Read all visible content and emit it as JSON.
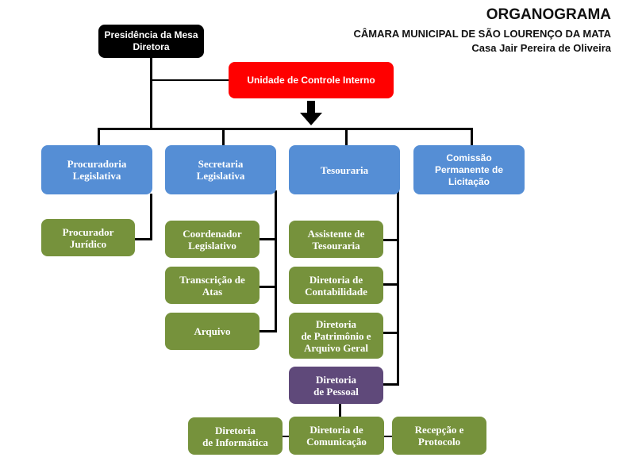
{
  "header": {
    "title": "ORGANOGRAMA",
    "subtitle": "CÂMARA MUNICIPAL DE SÃO LOURENÇO DA MATA",
    "house": "Casa Jair Pereira de Oliveira"
  },
  "colors": {
    "top": "#000000",
    "control": "#ff0000",
    "department": "#558ed5",
    "unit": "#76923c",
    "personnel": "#5f497a"
  },
  "nodes": {
    "presidencia": "Presidência da Mesa\nDiretora",
    "controle": "Unidade de Controle Interno",
    "procuradoria": "Procuradoria\nLegislativa",
    "secretaria": "Secretaria\nLegislativa",
    "tesouraria": "Tesouraria",
    "comissao": "Comissão\nPermanente de\nLicitação",
    "procurador": "Procurador\nJurídico",
    "coordenador": "Coordenador\nLegislativo",
    "transcricao": "Transcrição de\nAtas",
    "arquivo": "Arquivo",
    "assistente": "Assistente de\nTesouraria",
    "contabilidade": "Diretoria de\nContabilidade",
    "patrimonio": "Diretoria\nde Patrimônio e\nArquivo Geral",
    "pessoal": "Diretoria\nde Pessoal",
    "informatica": "Diretoria\nde Informática",
    "comunicacao": "Diretoria de\nComunicação",
    "recepcao": "Recepção e\nProtocolo"
  }
}
